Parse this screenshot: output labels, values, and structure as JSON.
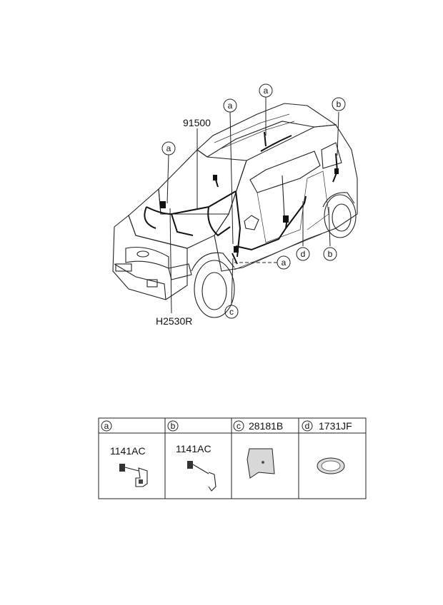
{
  "diagram": {
    "main_parts": [
      {
        "id": "harness",
        "label": "91500"
      },
      {
        "id": "ground",
        "label": "H2530R"
      }
    ],
    "callouts": [
      "a",
      "a",
      "a",
      "a",
      "b",
      "b",
      "c",
      "d"
    ],
    "legend": [
      {
        "key": "a",
        "part": "",
        "sub_label": "1141AC"
      },
      {
        "key": "b",
        "part": "",
        "sub_label": "1141AC"
      },
      {
        "key": "c",
        "part": "28181B",
        "sub_label": ""
      },
      {
        "key": "d",
        "part": "1731JF",
        "sub_label": ""
      }
    ]
  }
}
